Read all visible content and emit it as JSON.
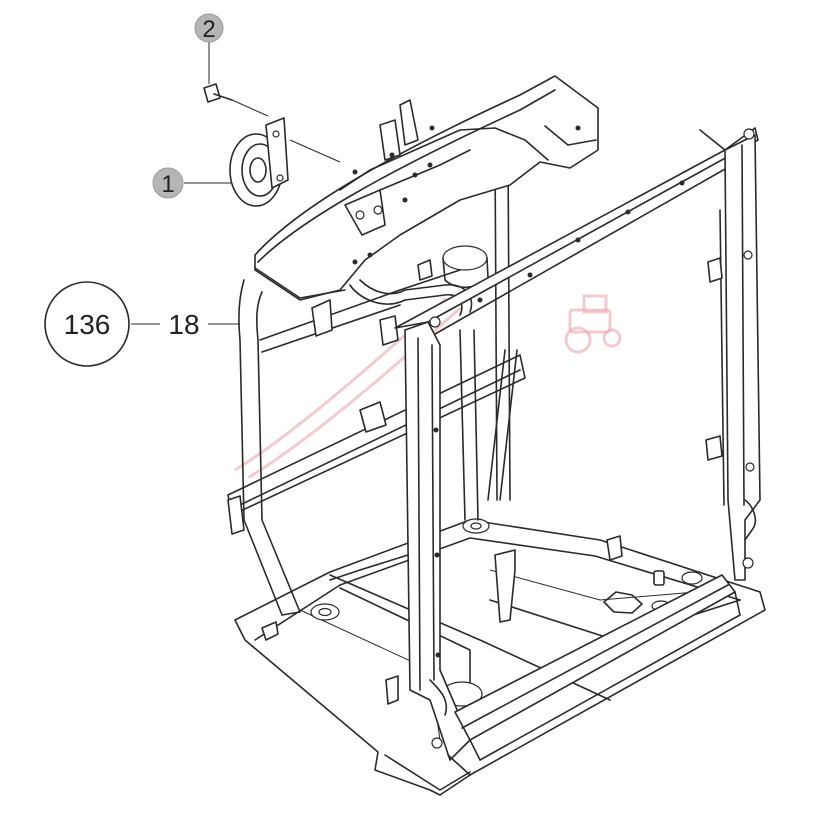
{
  "callouts": [
    {
      "label": "2",
      "style": "filled-circle"
    },
    {
      "label": "1",
      "style": "filled-circle"
    },
    {
      "label": "136",
      "style": "open-circle"
    },
    {
      "label": "18",
      "style": "plain"
    }
  ],
  "colors": {
    "line": "#2a2a2a",
    "callout_fill": "#b5b5b5",
    "watermark": "#e38a95"
  }
}
